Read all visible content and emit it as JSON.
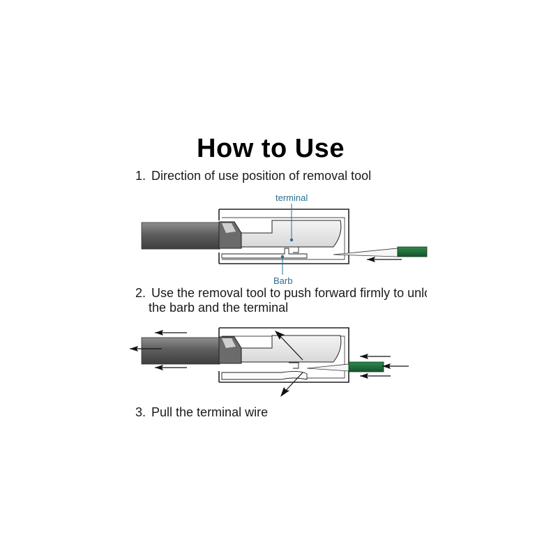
{
  "title": "How to Use",
  "steps": [
    {
      "num": "1.",
      "text": "Direction of use position of removal tool"
    },
    {
      "num": "2.",
      "text_line1": "Use the removal tool to push forward firmly to unlock",
      "text_line2": "the barb and the terminal"
    },
    {
      "num": "3.",
      "text": "Pull the terminal wire"
    }
  ],
  "callouts": {
    "terminal": "terminal",
    "barb": "Barb"
  },
  "colors": {
    "wire_dark": "#5a5a5a",
    "wire_light": "#9a9a9a",
    "tool_green": "#1f6b3a",
    "callout_blue": "#2a6f8f",
    "outline": "#222222"
  }
}
